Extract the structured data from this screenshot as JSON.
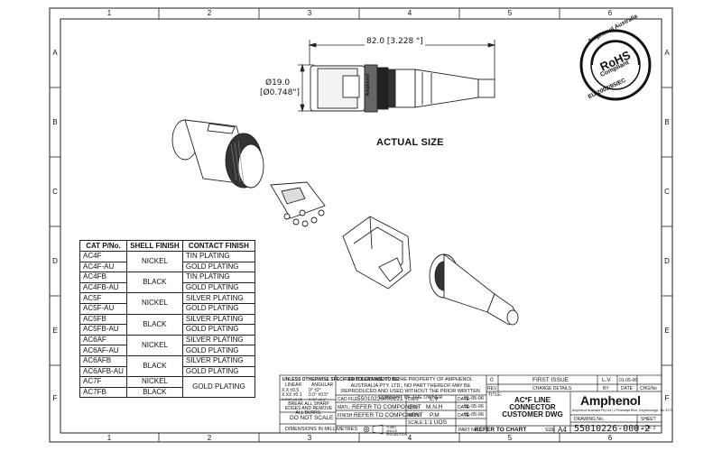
{
  "border": {
    "columns": [
      "1",
      "2",
      "3",
      "4",
      "5",
      "6"
    ],
    "rows": [
      "A",
      "B",
      "C",
      "D",
      "E",
      "F"
    ]
  },
  "dimensions": {
    "length": "82.0 [3.228 \"]",
    "diameter_mm": "Ø19.0",
    "diameter_in": "[Ø0.748\"]"
  },
  "actual_size_label": "ACTUAL SIZE",
  "rohs_seal": {
    "top": "Amphenol Australia",
    "middle": "RoHS",
    "sub": "Compliant",
    "bottom": "EU 2002/95/EC"
  },
  "connector_marking": "Amphenol",
  "cat_table": {
    "headers": [
      "CAT P/No.",
      "SHELL FINISH",
      "CONTACT FINISH"
    ],
    "groups": [
      {
        "parts": [
          "AC4F",
          "AC4F-AU"
        ],
        "shell": "NICKEL",
        "contacts": [
          "TIN PLATING",
          "GOLD PLATING"
        ]
      },
      {
        "parts": [
          "AC4FB",
          "AC4FB-AU"
        ],
        "shell": "BLACK",
        "contacts": [
          "TIN PLATING",
          "GOLD PLATING"
        ]
      },
      {
        "parts": [
          "AC5F",
          "AC5F-AU"
        ],
        "shell": "NICKEL",
        "contacts": [
          "SILVER PLATING",
          "GOLD PLATING"
        ]
      },
      {
        "parts": [
          "AC5FB",
          "AC5FB-AU"
        ],
        "shell": "BLACK",
        "contacts": [
          "SILVER PLATING",
          "GOLD PLATING"
        ]
      },
      {
        "parts": [
          "AC6AF",
          "AC6AF-AU"
        ],
        "shell": "NICKEL",
        "contacts": [
          "SILVER PLATING",
          "GOLD PLATING"
        ]
      },
      {
        "parts": [
          "AC6AFB",
          "AC6AFB-AU"
        ],
        "shell": "BLACK",
        "contacts": [
          "SILVER PLATING",
          "GOLD PLATING"
        ]
      }
    ],
    "last": {
      "parts": [
        "AC7F",
        "AC7FB"
      ],
      "shells": [
        "NICKEL",
        "BLACK"
      ],
      "contact": "GOLD PLATING"
    }
  },
  "title_block": {
    "tolerance_header": "UNLESS OTHERWISE SPECIFIED TOLERANCE TO BE:",
    "linear": "LINEAR",
    "angular": "ANGULAR",
    "tol_rows": [
      "X.X ±0.5",
      "X.XX ±0.1",
      "X.XXX ±0.05"
    ],
    "ang_rows": [
      "0° ±2°",
      "0.0° ±0.5°",
      "0.00° ±0.1°"
    ],
    "break_edges": "BREAK ALL SHARP EDGES AND REMOVE ALL BURRS.",
    "do_not_scale": "DO NOT SCALE",
    "dimensions_in": "DIMENSIONS IN MILLIMETRES",
    "third_angle": "THIRD ANGLE PROJECTION",
    "property_notice": "THIS DOCUMENT IS THE PROPERTY OF AMPHENOL AUSTRALIA PTY. LTD., NO PART THEREOF MAY BE REPRODUCED AND USED WITHOUT THE PRIOR WRITTEN CONSENT OF THE OWNER",
    "cad_file_label": "CAD FILE:",
    "cad_file": "55010226000221",
    "matl_label": "MATL:",
    "matl": "REFER TO COMPONENT",
    "finish_label": "FINISH:",
    "finish": "REFER TO COMPONENT",
    "drn_label": "DRN:",
    "drn": "L.V",
    "chd_label": "CHD:",
    "chd": "M.N.H",
    "appd_label": "APPD:",
    "appd": "P.M",
    "scale_label": "SCALE:",
    "scale": "1:1 UOS",
    "date_label": "DATE:",
    "date1": "01-05-06",
    "date2": "01-05-06",
    "date3": "01-05-06",
    "part_no_label": "PART No.",
    "part_no": "REFER TO CHART",
    "size_label": "SIZE",
    "size": "A4",
    "rev_number": "0",
    "rev_desc": "FIRST ISSUE",
    "rev_by": "L.V",
    "rev_date": "01-05-06",
    "rev_col": "REV.",
    "change_details": "CHANGE DETAILS",
    "by_col": "BY",
    "date_col": "DATE",
    "chg_col": "CHG/No",
    "title_label": "TITLE:",
    "title_lines": [
      "AC*F LINE",
      "CONNECTOR",
      "CUSTOMER DWG"
    ],
    "logo": "Amphenol",
    "company_address": "Amphenol Australia Pty Ltd | 2 Fiveways Blvd, Keysborough, Vic 3173",
    "drawing_no_label": "DRAWING No.",
    "drawing_no": "55010226-000-2",
    "sheet_label": "SHEET",
    "sheet": "2 OF 2"
  }
}
